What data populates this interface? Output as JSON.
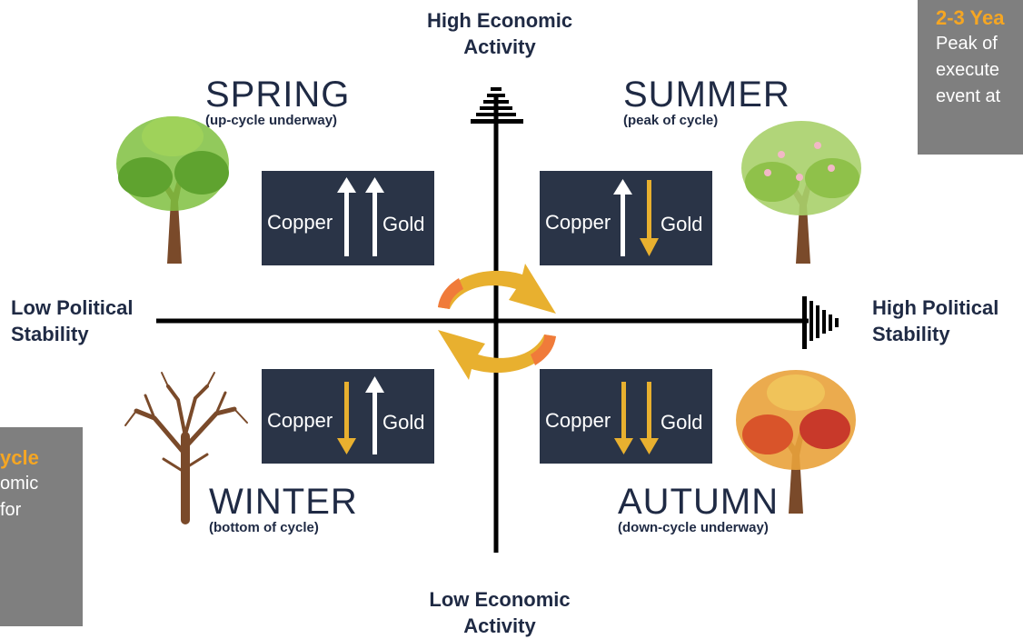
{
  "axes": {
    "top": [
      "High Economic",
      "Activity"
    ],
    "bottom": [
      "Low Economic",
      "Activity"
    ],
    "left": [
      "Low Political",
      "Stability"
    ],
    "right": [
      "High Political",
      "Stability"
    ]
  },
  "seasons": {
    "spring": {
      "name": "SPRING",
      "sub": "(up-cycle underway)"
    },
    "summer": {
      "name": "SUMMER",
      "sub": "(peak of cycle)"
    },
    "winter": {
      "name": "WINTER",
      "sub": "(bottom of cycle)"
    },
    "autumn": {
      "name": "AUTUMN",
      "sub": "(down-cycle underway)"
    }
  },
  "boxes": {
    "spring": {
      "left": "Copper",
      "right": "Gold",
      "copper_trend": "up",
      "gold_trend": "up"
    },
    "summer": {
      "left": "Copper",
      "right": "Gold",
      "copper_trend": "up",
      "gold_trend": "down"
    },
    "winter": {
      "left": "Copper",
      "right": "Gold",
      "copper_trend": "down",
      "gold_trend": "up"
    },
    "autumn": {
      "left": "Copper",
      "right": "Gold",
      "copper_trend": "down",
      "gold_trend": "down"
    }
  },
  "notes": {
    "top_right": {
      "title": "2-3 Yea",
      "lines": [
        "Peak of",
        "execute",
        "event at"
      ]
    },
    "left": {
      "title": "ycle",
      "lines": [
        "omic",
        "",
        "for"
      ]
    }
  },
  "colors": {
    "box_bg": "#2a3447",
    "up_arrow": "#ffffff",
    "down_arrow": "#e8b02f",
    "cycle_arrow": "#e8b02f",
    "cycle_arrow_accent": "#f07b3a",
    "note_bg": "#7f7f7f",
    "note_title": "#f5a623",
    "text_dark": "#1f2a44"
  },
  "icons": {
    "spring": "green-leaf-tree-icon",
    "summer": "blossom-tree-icon",
    "winter": "bare-tree-icon",
    "autumn": "autumn-tree-icon",
    "top_axis_end": "increasing-bars-icon",
    "right_axis_end": "increasing-bars-icon",
    "center": "cycle-arrows-icon"
  }
}
